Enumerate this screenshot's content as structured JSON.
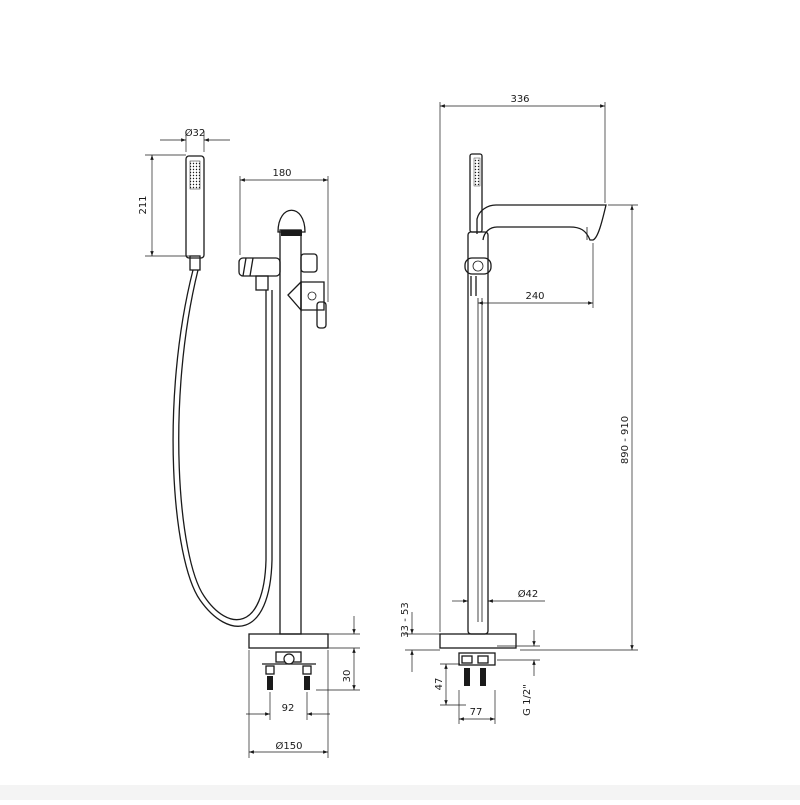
{
  "dimensions": {
    "handshower_diameter": "Ø32",
    "handshower_length": "211",
    "front_width": "180",
    "side_width": "336",
    "spout_reach": "240",
    "total_height": "890 - 910",
    "column_diameter": "Ø42",
    "floor_gap": "33 - 53",
    "base_height": "30",
    "fixing_spacing": "92",
    "base_diameter": "Ø150",
    "inlet_depth": "47",
    "inlet_width": "77",
    "inlet_thread": "G 1/2\""
  }
}
